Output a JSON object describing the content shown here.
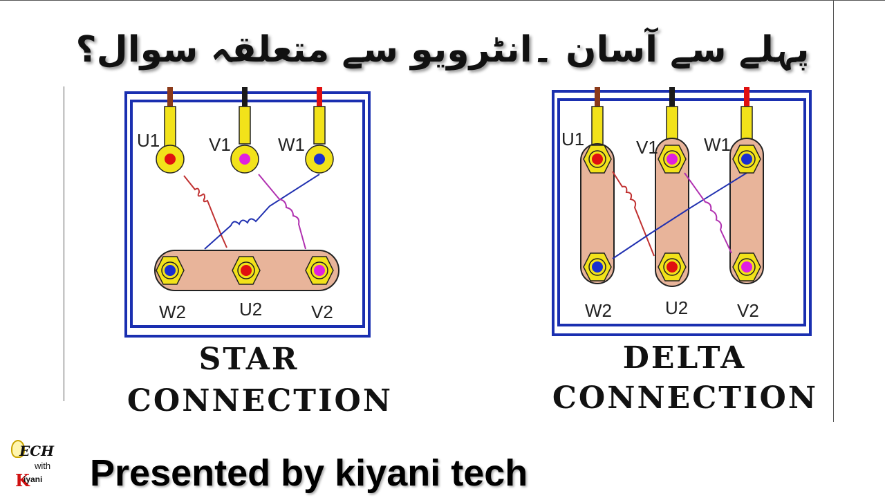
{
  "title": "پہلے سے آسان ۔انٹرویو سے متعلقہ سوال؟",
  "star": {
    "caption_line1": "STAR",
    "caption_line2": "CONNECTION",
    "terminals_top": [
      "U1",
      "V1",
      "W1"
    ],
    "terminals_bottom": [
      "W2",
      "U2",
      "V2"
    ]
  },
  "delta": {
    "caption_line1": "DELTA",
    "caption_line2": "CONNECTION",
    "terminals_top": [
      "U1",
      "V1",
      "W1"
    ],
    "terminals_bottom": [
      "W2",
      "U2",
      "V2"
    ]
  },
  "footer": {
    "presented": "Presented by kiyani tech"
  },
  "logo": {
    "tech": "ECH",
    "with": "with",
    "k": "K",
    "kiyani": "iyani"
  },
  "colors": {
    "frame": "#1a2fb0",
    "link_plate": "#e8b49a",
    "nut": "#f2e21a",
    "wire_brown": "#8b3a1a",
    "wire_black": "#1a1a1a",
    "wire_red": "#e01010",
    "dot_red": "#e01010",
    "dot_magenta": "#e020e0",
    "dot_blue": "#1a2fd0",
    "coil_red": "#c03030",
    "coil_blue": "#2030b0",
    "coil_magenta": "#b030b0"
  }
}
